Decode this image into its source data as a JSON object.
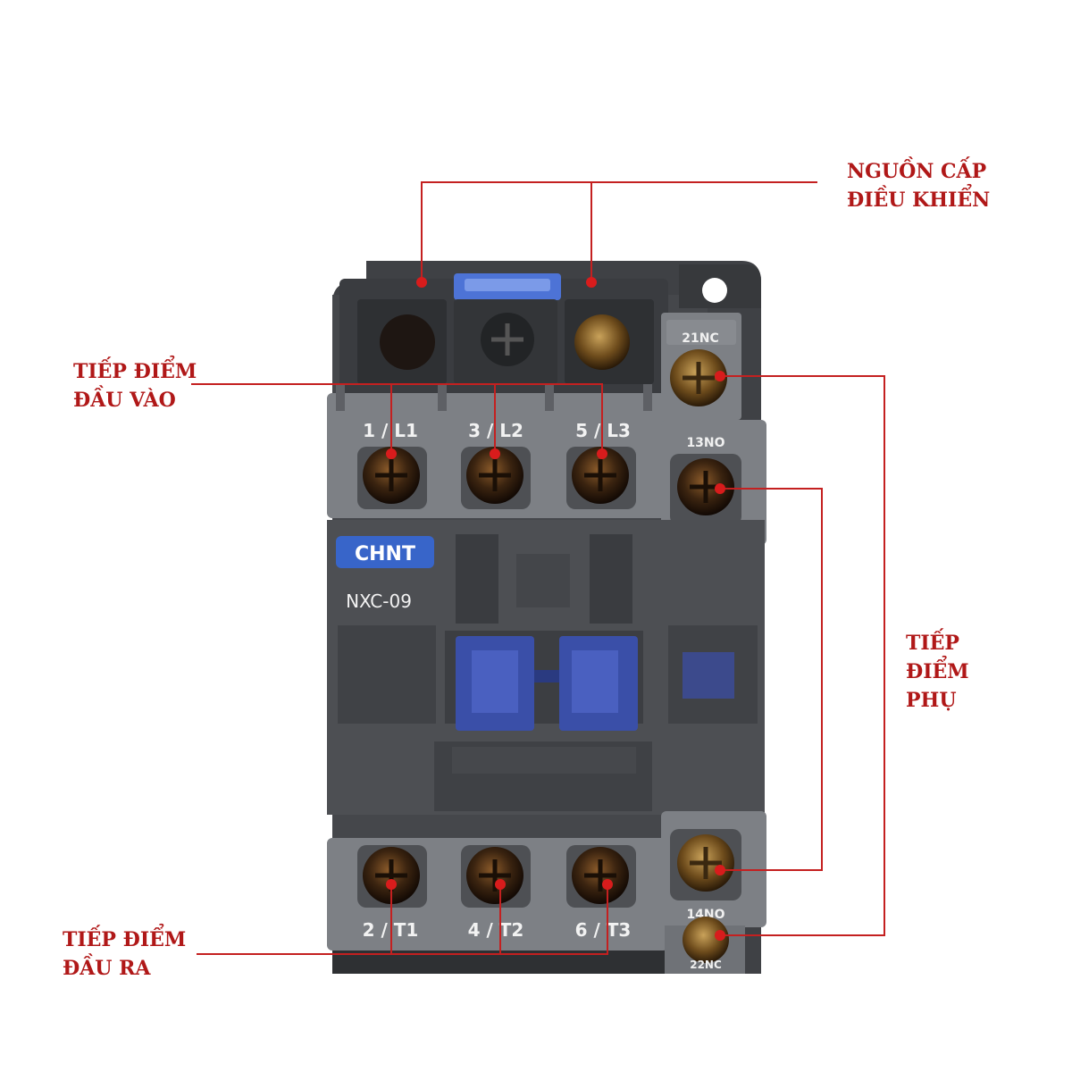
{
  "device": {
    "brand": "CHNT",
    "model": "NXC-09",
    "colors": {
      "body": "#4a4c50",
      "panel": "#7d8085",
      "accent_blue": "#3a4fa8",
      "callout": "#b01818"
    },
    "input_terminals": [
      "1 / L1",
      "3 / L2",
      "5 / L3"
    ],
    "output_terminals": [
      "2 / T1",
      "4 / T2",
      "6 / T3"
    ],
    "aux_terminals": {
      "top_nc": "21NC",
      "top_no": "13NO",
      "bottom_no": "14NO",
      "bottom_nc": "22NC"
    }
  },
  "callouts": {
    "control_supply": {
      "line1": "NGUỒN CẤP",
      "line2": "ĐIỀU KHIỂN"
    },
    "input_contacts": {
      "line1": "TIẾP ĐIỂM",
      "line2": "ĐẦU VÀO"
    },
    "aux_contacts": {
      "line1": "TIẾP",
      "line2": "ĐIỂM",
      "line3": "PHỤ"
    },
    "output_contacts": {
      "line1": "TIẾP ĐIỂM",
      "line2": "ĐẦU RA"
    }
  }
}
